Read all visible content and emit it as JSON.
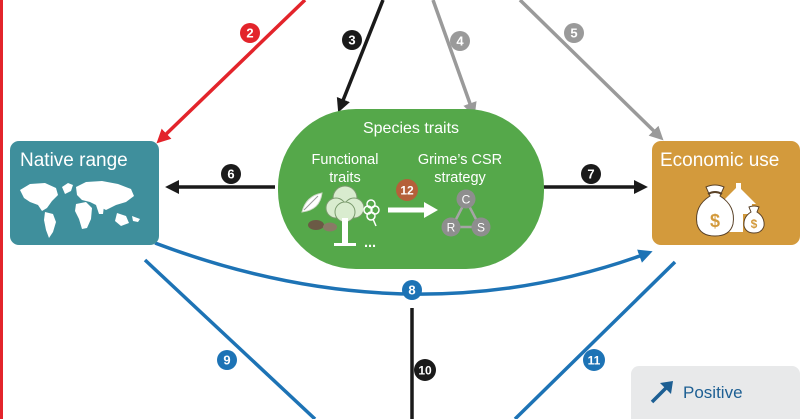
{
  "colors": {
    "red": "#e3242b",
    "black": "#1a1a1a",
    "grey": "#9a9a9a",
    "blue": "#1d73b5",
    "native_box": "#3f8f9c",
    "traits_box": "#55a84a",
    "economic_box": "#d39a3c",
    "legend_bg": "#e8e9ea"
  },
  "nodes": {
    "native_range": {
      "label": "Native range",
      "icon": "world-map-icon"
    },
    "species_traits": {
      "label": "Species traits",
      "functional_line1": "Functional",
      "functional_line2": "traits",
      "ellipsis": "...",
      "grime_line1": "Grime’s CSR",
      "grime_line2": "strategy",
      "csr": {
        "c": "C",
        "r": "R",
        "s": "S"
      },
      "icons": [
        "leaf-icon",
        "seed-icon",
        "tree-icon",
        "flower-icon"
      ]
    },
    "economic_use": {
      "label": "Economic use",
      "icon": "money-bag-house-icon",
      "symbol": "$"
    }
  },
  "paths": [
    {
      "number": "2",
      "color": "red",
      "sign": "positive"
    },
    {
      "number": "3",
      "color": "black",
      "sign": "none"
    },
    {
      "number": "4",
      "color": "grey",
      "sign": "not-significant"
    },
    {
      "number": "5",
      "color": "grey",
      "sign": "not-significant"
    },
    {
      "number": "6",
      "color": "black",
      "sign": "none"
    },
    {
      "number": "7",
      "color": "black",
      "sign": "none"
    },
    {
      "number": "8",
      "color": "blue",
      "sign": "positive"
    },
    {
      "number": "9",
      "color": "blue",
      "sign": "positive"
    },
    {
      "number": "10",
      "color": "black",
      "sign": "none"
    },
    {
      "number": "11",
      "color": "blue",
      "sign": "positive"
    },
    {
      "number": "12",
      "color": "brown",
      "sign": "none"
    }
  ],
  "legend": {
    "positive_label": "Positive",
    "icon": "arrow-up-right-icon"
  }
}
